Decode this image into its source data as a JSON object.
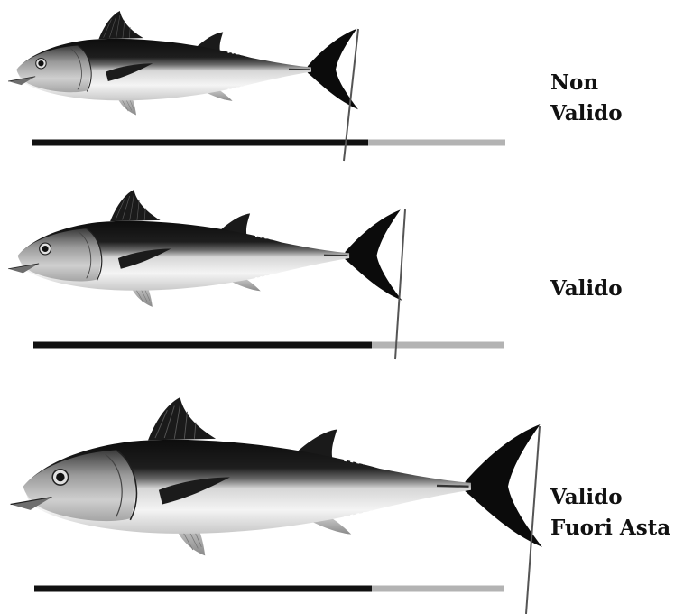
{
  "rows": [
    {
      "status": "invalid",
      "label_lines": [
        "Non",
        "Valido"
      ]
    },
    {
      "status": "valid",
      "label_lines": [
        "Valido"
      ]
    },
    {
      "status": "valid-outside-rod",
      "label_lines": [
        "Valido",
        "Fuori Asta"
      ]
    }
  ],
  "colors": {
    "rod": "#111111",
    "rod_extension": "#b3b3b3",
    "fish_back": "#151515",
    "fish_belly": "#f2f2f2",
    "fish_head": "#bdbdbd",
    "marker_line": "#555555",
    "label_text": "#111111"
  },
  "icons": {
    "fish": "bluefin-tuna-illustration",
    "marker": "tail-measure-line"
  }
}
